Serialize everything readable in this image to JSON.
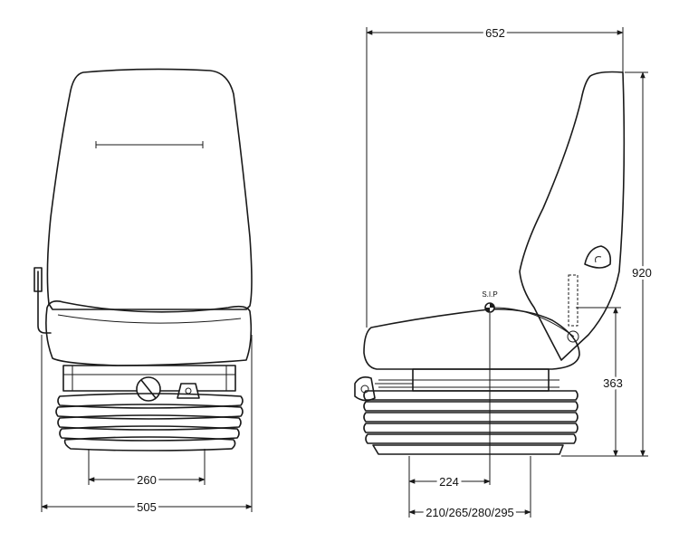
{
  "dimensions": {
    "base_width": "260",
    "overall_width": "505",
    "overall_depth": "652",
    "overall_height": "920",
    "seat_height": "363",
    "sip_offset": "224",
    "travel_options": "210/265/280/295"
  },
  "reference_point": "S.I.P"
}
